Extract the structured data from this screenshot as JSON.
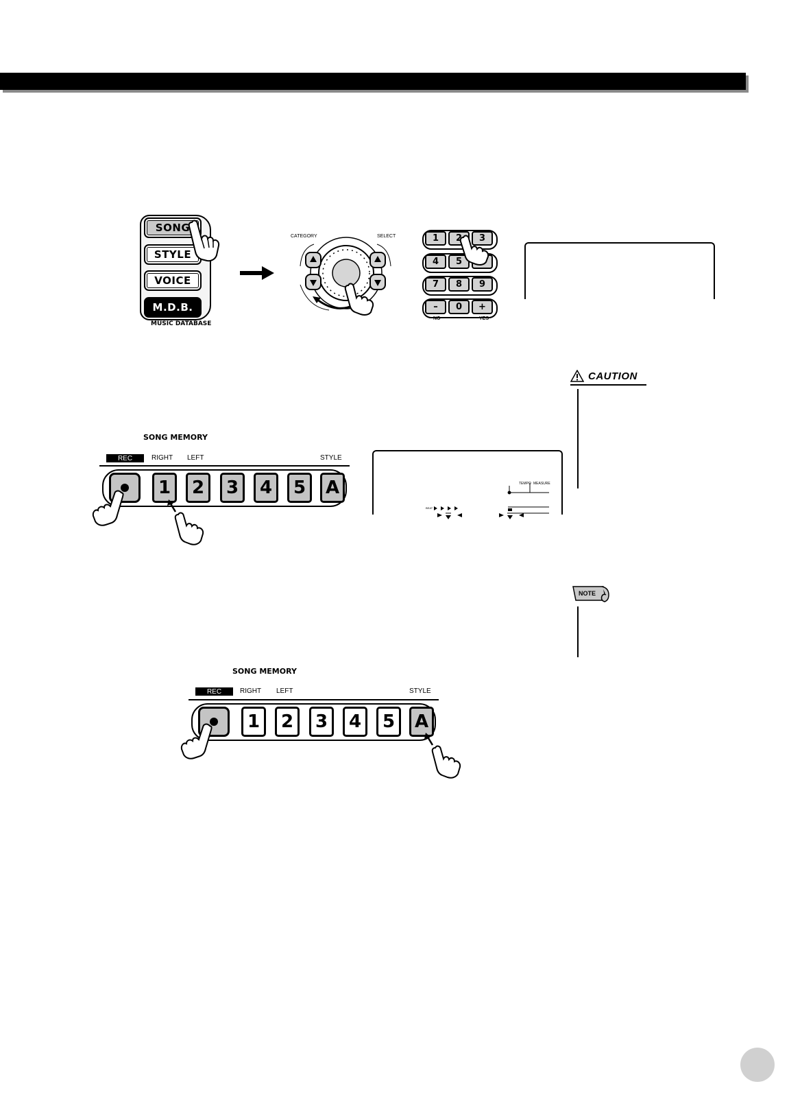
{
  "mode_buttons": {
    "song": "SONG",
    "style": "STYLE",
    "voice": "VOICE",
    "mdb": "M.D.B.",
    "caption": "MUSIC DATABASE"
  },
  "dial": {
    "category_label": "CATEGORY",
    "select_label": "SELECT"
  },
  "keypad": {
    "keys": [
      "1",
      "2",
      "3",
      "4",
      "5",
      "6",
      "7",
      "8",
      "9",
      "–",
      "0",
      "+"
    ],
    "no_label": "NO",
    "yes_label": "YES"
  },
  "lcd2": {
    "tempo_label": "TEMPO",
    "measure_label": "MEASURE",
    "beat_label": "BEAT"
  },
  "caution": {
    "title": "CAUTION"
  },
  "note": {
    "title": "NOTE"
  },
  "song_memory_1": {
    "title": "SONG MEMORY",
    "rec": "REC",
    "right": "RIGHT",
    "left": "LEFT",
    "style": "STYLE",
    "keys": [
      "1",
      "2",
      "3",
      "4",
      "5",
      "A"
    ],
    "grey_keys": [
      true,
      true,
      true,
      true,
      true,
      true
    ]
  },
  "song_memory_2": {
    "title": "SONG MEMORY",
    "rec": "REC",
    "right": "RIGHT",
    "left": "LEFT",
    "style": "STYLE",
    "keys": [
      "1",
      "2",
      "3",
      "4",
      "5",
      "A"
    ],
    "grey_keys": [
      false,
      false,
      false,
      false,
      false,
      true
    ]
  }
}
